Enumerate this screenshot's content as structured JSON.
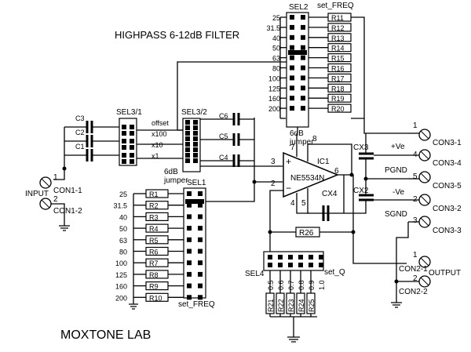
{
  "title": "HIGHPASS 6-12dB FILTER",
  "brand": "MOXTONE LAB",
  "sel2": {
    "name": "SEL2",
    "freq_label": "set_FREQ",
    "freqs": [
      "25",
      "31.5",
      "40",
      "50",
      "63",
      "80",
      "100",
      "125",
      "160",
      "200"
    ],
    "resistors": [
      "R11",
      "R12",
      "R13",
      "R14",
      "R15",
      "R16",
      "R17",
      "R18",
      "R19",
      "R20"
    ],
    "jumper_label": [
      "6dB",
      "jumper"
    ]
  },
  "sel1": {
    "name": "SEL1",
    "freq_label": "set_FREQ",
    "freqs": [
      "25",
      "31.5",
      "40",
      "50",
      "63",
      "80",
      "100",
      "125",
      "160",
      "200"
    ],
    "resistors": [
      "R1",
      "R2",
      "R3",
      "R4",
      "R5",
      "R6",
      "R7",
      "R8",
      "R9",
      "R10"
    ]
  },
  "sel31": {
    "name": "SEL3/1",
    "caps": [
      "C3",
      "C2",
      "C1"
    ]
  },
  "sel32": {
    "name": "SEL3/2",
    "options": [
      "offset",
      "x100",
      "x10",
      "x1"
    ],
    "caps": [
      "C6",
      "C5",
      "C4"
    ],
    "jumper_label": [
      "6dB",
      "jumper"
    ]
  },
  "sel4": {
    "name": "SEL4",
    "q_label": "set_Q",
    "q_values": [
      "0.5",
      "0.6",
      "0.7",
      "0.8",
      "0.9",
      "1.0"
    ],
    "resistors": [
      "R21",
      "R22",
      "R23",
      "R24",
      "R25"
    ]
  },
  "opamp": {
    "ic": "IC1",
    "part": "NE5534N",
    "pins": [
      "7",
      "8",
      "3",
      "6",
      "2",
      "4",
      "5"
    ]
  },
  "parts": {
    "cx3": "CX3",
    "cx4": "CX4",
    "cx2": "CX2",
    "r26": "R26"
  },
  "connectors": {
    "input_label": "INPUT",
    "output_label": "OUTPUT",
    "con11": "CON1-1",
    "con12": "CON1-2",
    "con31": "CON3-1",
    "con34": "CON3-4",
    "con35": "CON3-5",
    "con32": "CON3-2",
    "con33": "CON3-3",
    "con21": "CON2-1",
    "con22": "CON2-2",
    "num1": "1",
    "num2": "2",
    "num3": "3",
    "num4": "4",
    "num5": "5"
  },
  "supply": {
    "pos": "+Ve",
    "pgnd": "PGND",
    "neg": "-Ve",
    "sgnd": "SGND"
  }
}
